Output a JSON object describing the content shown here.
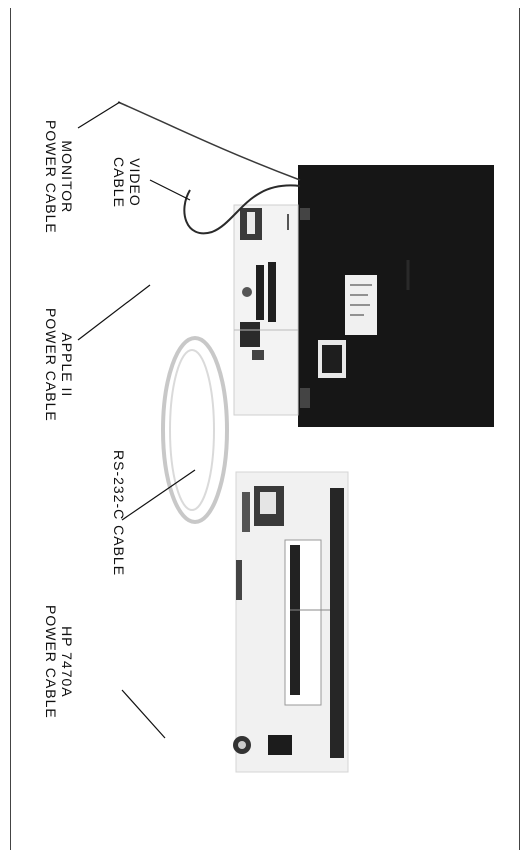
{
  "figure": {
    "labels": {
      "monitor_power_cable": [
        "MONITOR",
        "POWER CABLE"
      ],
      "video_cable": [
        "VIDEO",
        "CABLE"
      ],
      "apple_ii_power_cable": [
        "APPLE II",
        "POWER CABLE"
      ],
      "rs232c_cable": [
        "RS-232-C CABLE"
      ],
      "hp7470a_power_cable": [
        "HP 7470A",
        "POWER CABLE"
      ]
    }
  }
}
